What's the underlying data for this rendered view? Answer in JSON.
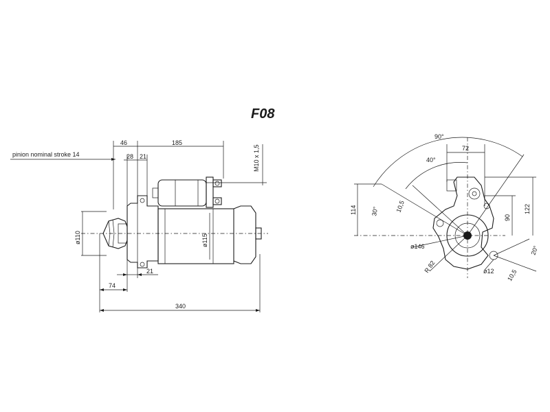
{
  "title": "F08",
  "side_view": {
    "stroke_label": "pinion nominal stroke  14",
    "dims": {
      "d46": "46",
      "d185": "185",
      "d28": "28",
      "d21_top": "21",
      "d21_bottom": "21",
      "d74": "74",
      "d340": "340",
      "thread": "M10 x 1,5",
      "dia110": "ø110",
      "dia115": "ø115"
    }
  },
  "end_view": {
    "dims": {
      "a90": "90°",
      "d72": "72",
      "a40": "40°",
      "d114": "114",
      "a30": "30°",
      "d10_5_top": "10,5",
      "d122": "122",
      "d90": "90",
      "dia146": "ø146",
      "r82": "R 82",
      "dia12": "ø12",
      "a20": "20°",
      "d10_5_bottom": "10,5"
    }
  }
}
